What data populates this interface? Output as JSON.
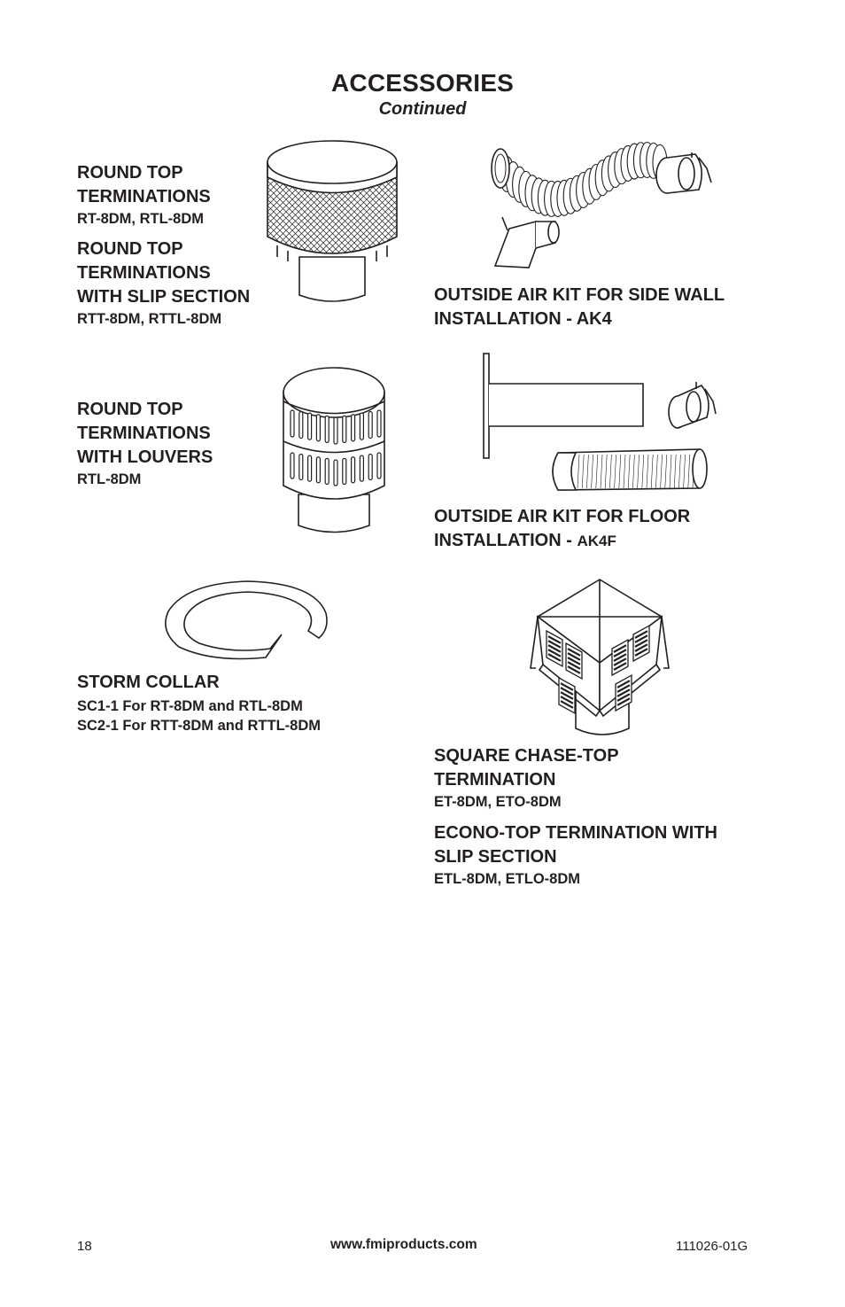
{
  "header": {
    "title": "ACCESSORIES",
    "subtitle": "Continued"
  },
  "items": {
    "round_top": {
      "heading_1": "ROUND TOP",
      "heading_2": "TERMINATIONS",
      "models": "RT-8DM, RTL-8DM"
    },
    "round_top_slip": {
      "heading_1": "ROUND TOP",
      "heading_2": "TERMINATIONS",
      "heading_3": "WITH SLIP SECTION",
      "models": "RTT-8DM, RTTL-8DM"
    },
    "round_top_louvers": {
      "heading_1": "ROUND TOP",
      "heading_2": "TERMINATIONS",
      "heading_3": "WITH LOUVERS",
      "models": "RTL-8DM"
    },
    "storm_collar": {
      "heading": "STORM COLLAR",
      "model_1": "SC1-1 For RT-8DM and RTL-8DM",
      "model_2": "SC2-1 For RTT-8DM and RTTL-8DM"
    },
    "ak4": {
      "heading_1": "OUTSIDE AIR KIT FOR SIDE WALL",
      "heading_2": "INSTALLATION - AK4"
    },
    "ak4f": {
      "heading_1": "OUTSIDE AIR KIT FOR FLOOR",
      "heading_2": "INSTALLATION - ",
      "model": "AK4F"
    },
    "square_chase": {
      "heading_1": "SQUARE CHASE-TOP",
      "heading_2": "TERMINATION",
      "models": "ET-8DM, ETO-8DM"
    },
    "econo_top": {
      "heading_1": "ECONO-TOP TERMINATION WITH",
      "heading_2": "SLIP SECTION",
      "models": "ETL-8DM, ETLO-8DM"
    }
  },
  "footer": {
    "page_number": "18",
    "url": "www.fmiproducts.com",
    "doc_code": "111026-01G"
  }
}
